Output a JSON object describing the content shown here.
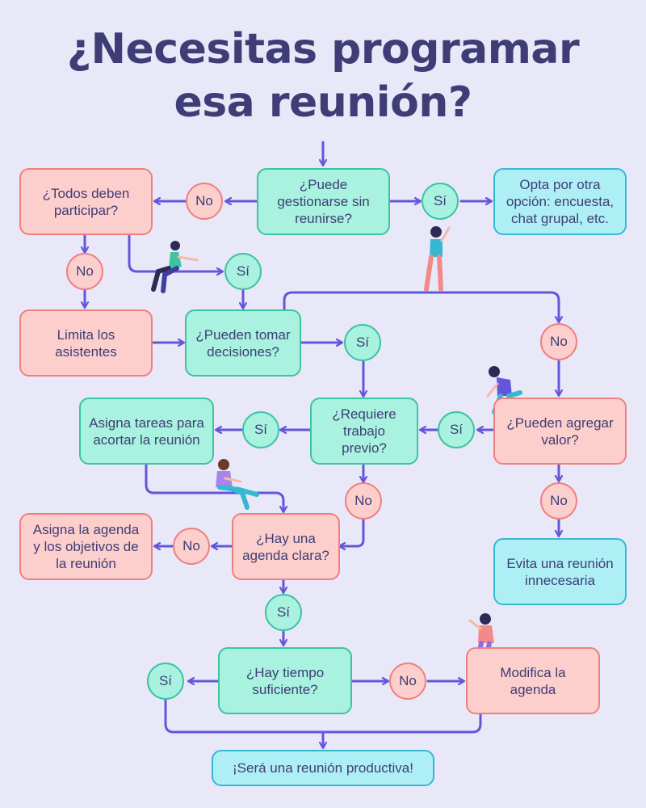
{
  "title": {
    "line1": "¿Necesitas programar",
    "line2": "esa reunión?"
  },
  "nodes": {
    "puede_gestionarse": "¿Puede gestionarse sin reunirse?",
    "opta": "Opta por otra opción: encuesta, chat grupal, etc.",
    "todos_participar": "¿Todos deben participar?",
    "limita": "Limita los asistentes",
    "tomar_decisiones": "¿Pueden tomar decisiones?",
    "requiere_trabajo": "¿Requiere trabajo previo?",
    "agregar_valor": "¿Pueden agregar valor?",
    "asigna_tareas": "Asigna tareas para acortar la reunión",
    "agenda_clara": "¿Hay una agenda clara?",
    "asigna_agenda": "Asigna la agenda y los objetivos de la reunión",
    "evita": "Evita una reunión innecesaria",
    "tiempo_suficiente": "¿Hay tiempo suficiente?",
    "modifica": "Modifica la agenda",
    "productiva": "¡Será una reunión productiva!"
  },
  "labels": {
    "yes": "Sí",
    "no": "No"
  },
  "colors": {
    "background": "#e9e8f9",
    "title": "#3f3d75",
    "arrow": "#6356d9",
    "decision_fill": "#a8f2df",
    "decision_border": "#3cc4a2",
    "negative_fill": "#fccfcd",
    "negative_border": "#f07f7f",
    "outcome_fill": "#aeeff5",
    "outcome_border": "#36b8d2"
  }
}
